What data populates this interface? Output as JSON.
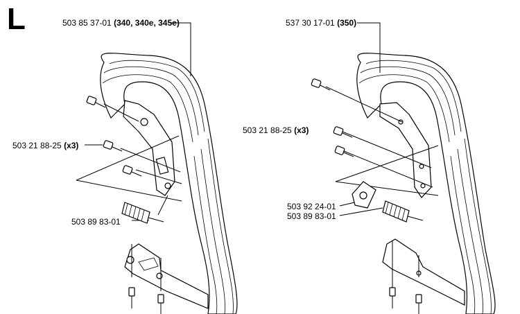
{
  "section_letter": "L",
  "left": {
    "handle_part": "503 85 37-01",
    "handle_models": "(340, 340e, 345e)",
    "screw_part": "503 21 88-25",
    "screw_qty": "(x3)",
    "damper_part": "503 89 83-01"
  },
  "right": {
    "handle_part": "537 30 17-01",
    "handle_models": "(350)",
    "screw_part": "503 21 88-25",
    "screw_qty": "(x3)",
    "bracket_part": "503 92 24-01",
    "damper_part": "503 89 83-01"
  }
}
